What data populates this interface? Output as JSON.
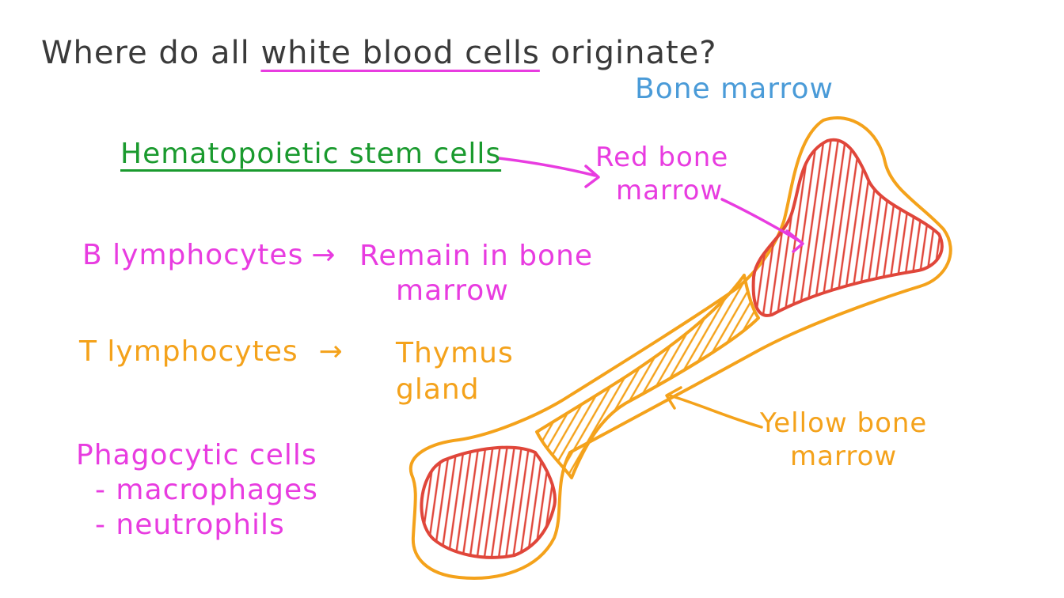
{
  "question": {
    "prefix": "Where do all ",
    "highlight": "white blood cells",
    "suffix": " originate?"
  },
  "bone_marrow_title": "Bone marrow",
  "hematopoietic": "Hematopoietic stem cells",
  "red_bone_marrow": {
    "line1": "Red bone",
    "line2": "marrow"
  },
  "b_lymphocytes": {
    "name": "B lymphocytes",
    "arrow": "→",
    "dest_line1": "Remain in bone",
    "dest_line2": "marrow"
  },
  "t_lymphocytes": {
    "name": "T lymphocytes",
    "arrow": "→",
    "dest_line1": "Thymus",
    "dest_line2": "gland"
  },
  "yellow_bone_marrow": {
    "line1": "Yellow bone",
    "line2": "marrow"
  },
  "phagocytic": {
    "title": "Phagocytic cells",
    "items": [
      "- macrophages",
      "- neutrophils"
    ]
  },
  "colors": {
    "question": "#3a3a3a",
    "highlight_underline": "#e83ce0",
    "bone_marrow_title": "#4a9bd8",
    "hematopoietic": "#1a9a2e",
    "pink": "#e83ce0",
    "orange": "#f4a21b",
    "red_marrow": "#e0463a"
  }
}
